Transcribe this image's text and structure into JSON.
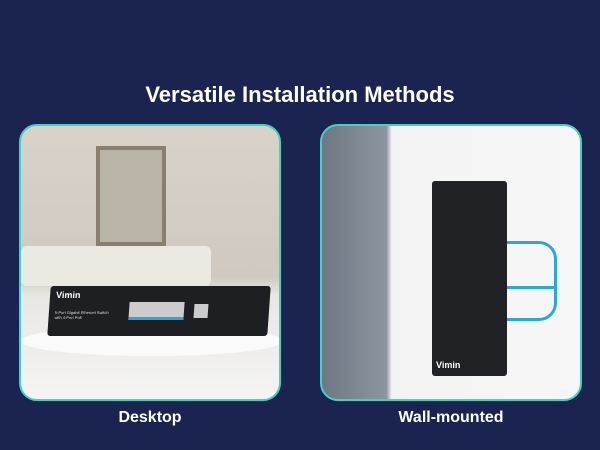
{
  "title": "Versatile Installation Methods",
  "panels": [
    {
      "caption": "Desktop",
      "device": {
        "brand": "Vimin",
        "description": "5-Port Gigabit Ethernet Switch with 4-Port PoE"
      }
    },
    {
      "caption": "Wall-mounted",
      "device": {
        "brand": "Vimin"
      }
    }
  ],
  "colors": {
    "background": "#1b2451",
    "panel_border": "#3fd3c6",
    "cable": "#29a8e0"
  }
}
